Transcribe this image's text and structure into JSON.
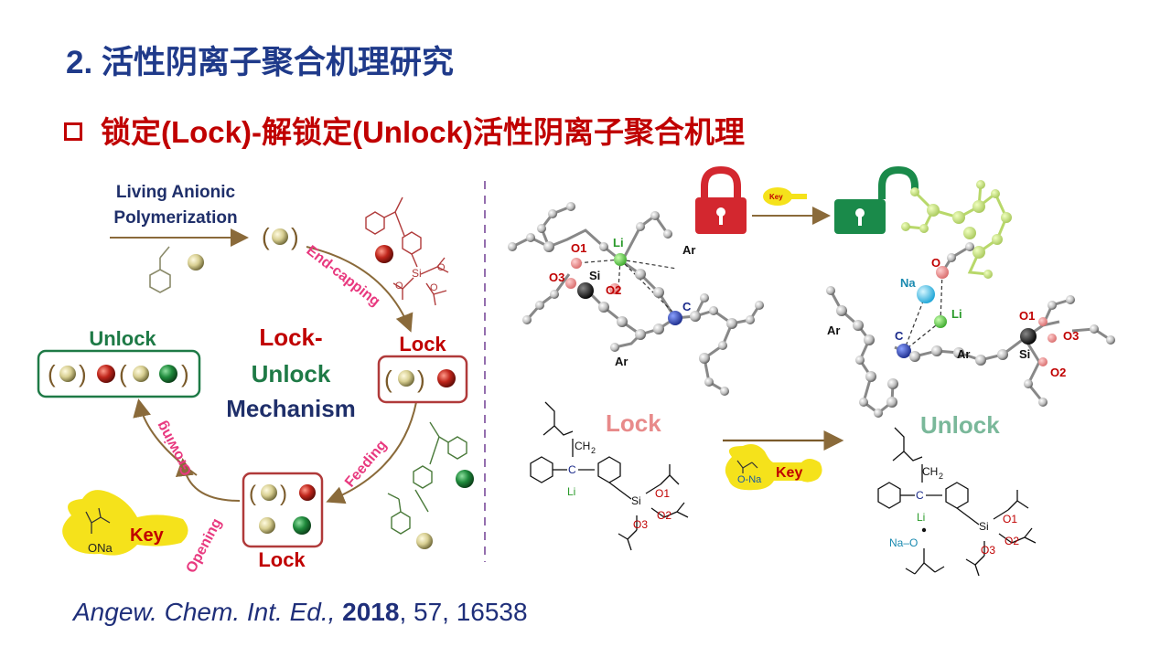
{
  "title": "2. 活性阴离子聚合机理研究",
  "subtitle": "锁定(Lock)-解锁定(Unlock)活性阴离子聚合机理",
  "citation": {
    "journal": "Angew. Chem. Int. Ed.,",
    "year": "2018",
    "rest": ", 57, 16538"
  },
  "cycle": {
    "top_label_1": "Living Anionic",
    "top_label_2": "Polymerization",
    "center_1": "Lock-",
    "center_2": "Unlock",
    "center_3": "Mechanism",
    "unlock_label": "Unlock",
    "lock_label_right": "Lock",
    "lock_label_bottom": "Lock",
    "step_endcapping": "End-capping",
    "step_feeding": "Feeding",
    "step_growing": "Growing",
    "step_opening": "Opening",
    "key_label": "Key",
    "key_reagent": "ONa",
    "reagent_si": "Si",
    "reagent_o": "O"
  },
  "mechanism": {
    "lock_word": "Lock",
    "unlock_word": "Unlock",
    "key_small": "Key",
    "key_label": "Key",
    "key_reagent": "O-Na",
    "left_atoms": {
      "o1": "O1",
      "o2": "O2",
      "o3": "O3",
      "si": "Si",
      "li": "Li",
      "c": "C",
      "ar1": "Ar",
      "ar2": "Ar"
    },
    "right_atoms": {
      "na": "Na",
      "o": "O",
      "li": "Li",
      "c": "C",
      "ar1": "Ar",
      "ar2": "Ar",
      "o1": "O1",
      "o2": "O2",
      "o3": "O3",
      "si": "Si"
    },
    "left_struct": {
      "ch2": "CH",
      "ch2_sub": "2",
      "c": "C",
      "li": "Li",
      "si": "Si",
      "o1": "O1",
      "o2": "O2",
      "o3": "O3"
    },
    "right_struct": {
      "ch2": "CH",
      "ch2_sub": "2",
      "c": "C",
      "li": "Li",
      "si": "Si",
      "o1": "O1",
      "o2": "O2",
      "o3": "O3",
      "na_o": "Na–O"
    }
  },
  "colors": {
    "navy": "#1f3a8a",
    "red": "#c00000",
    "green": "#1e7a46",
    "pink": "#e8397f",
    "brown": "#8a6a3a",
    "lock_red": "#d3272f",
    "unlock_green": "#1a8a4a",
    "key_yellow": "#f5e21b"
  }
}
